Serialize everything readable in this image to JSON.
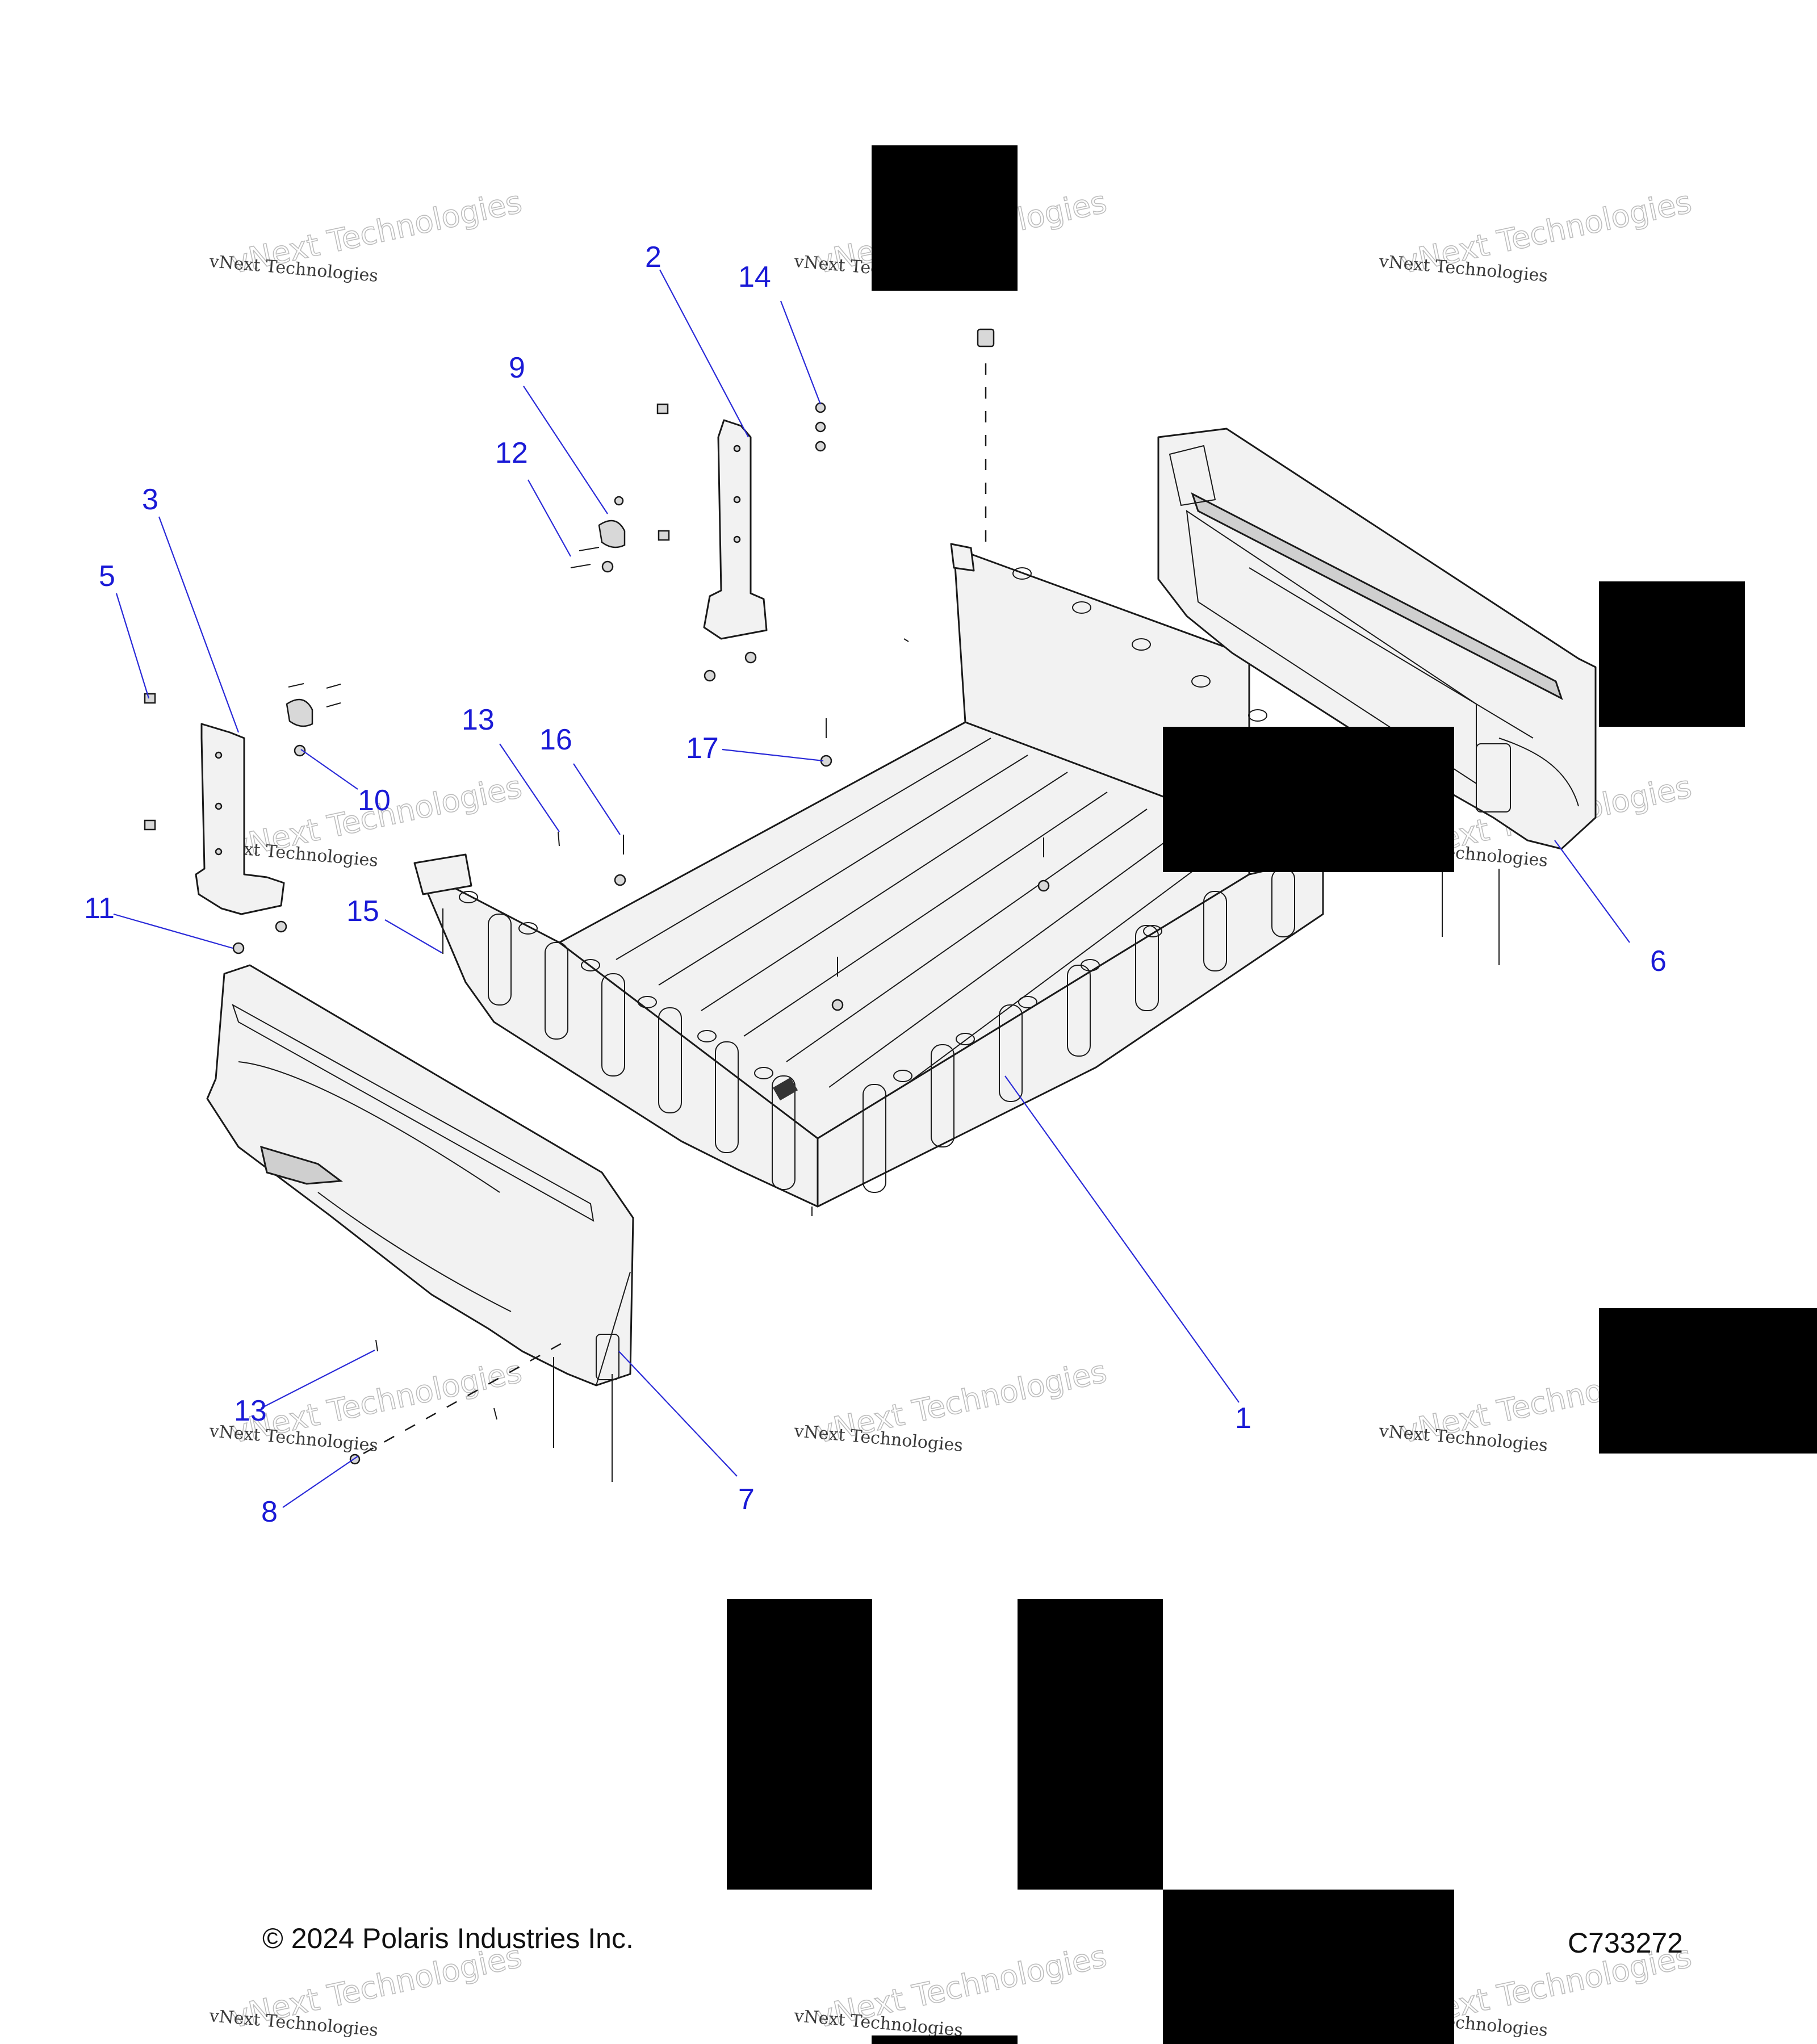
{
  "callouts": [
    {
      "id": "1",
      "label": "1"
    },
    {
      "id": "2",
      "label": "2"
    },
    {
      "id": "3",
      "label": "3"
    },
    {
      "id": "5",
      "label": "5"
    },
    {
      "id": "6",
      "label": "6"
    },
    {
      "id": "7",
      "label": "7"
    },
    {
      "id": "8",
      "label": "8"
    },
    {
      "id": "9",
      "label": "9"
    },
    {
      "id": "10",
      "label": "10"
    },
    {
      "id": "11",
      "label": "11"
    },
    {
      "id": "12",
      "label": "12"
    },
    {
      "id": "13a",
      "label": "13"
    },
    {
      "id": "13b",
      "label": "13"
    },
    {
      "id": "14",
      "label": "14"
    },
    {
      "id": "15",
      "label": "15"
    },
    {
      "id": "16",
      "label": "16"
    },
    {
      "id": "17",
      "label": "17"
    }
  ],
  "watermark": {
    "line1": "vNext Technologies",
    "line2": "vNext Technologies"
  },
  "footer": {
    "copyright": "© 2024 Polaris Industries Inc.",
    "drawing_id": "C733272"
  },
  "colors": {
    "callout": "#1a1ad6",
    "line": "#1a1a1a",
    "redaction": "#000000"
  }
}
